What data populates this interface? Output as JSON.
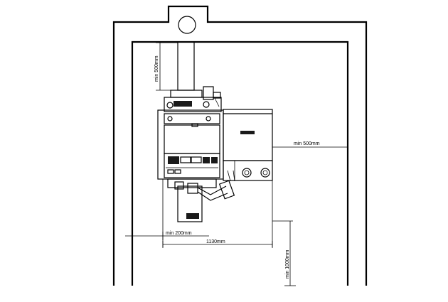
{
  "dimensions": {
    "top_clearance": "min 500mm",
    "right_clearance": "min 500mm",
    "left_clearance": "min 200mm",
    "width": "1130mm",
    "front_clearance": "min 1000mm"
  }
}
